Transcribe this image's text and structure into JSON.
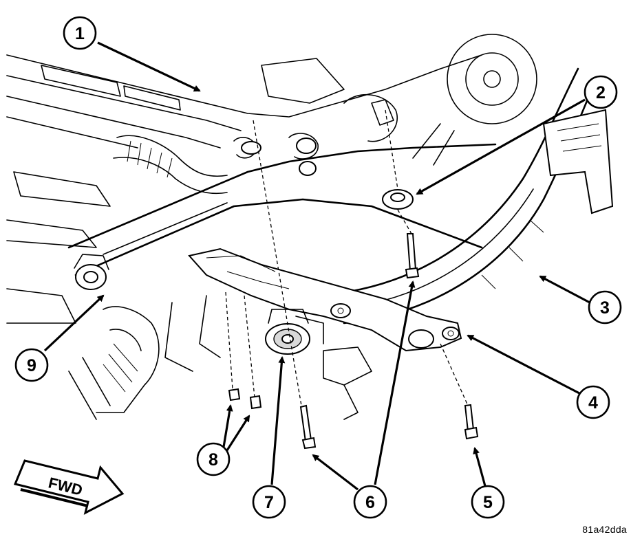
{
  "diagram": {
    "callouts": [
      "1",
      "2",
      "3",
      "4",
      "5",
      "6",
      "7",
      "8",
      "9"
    ],
    "fwd_label": "FWD",
    "figure_code": "81a42dda"
  }
}
